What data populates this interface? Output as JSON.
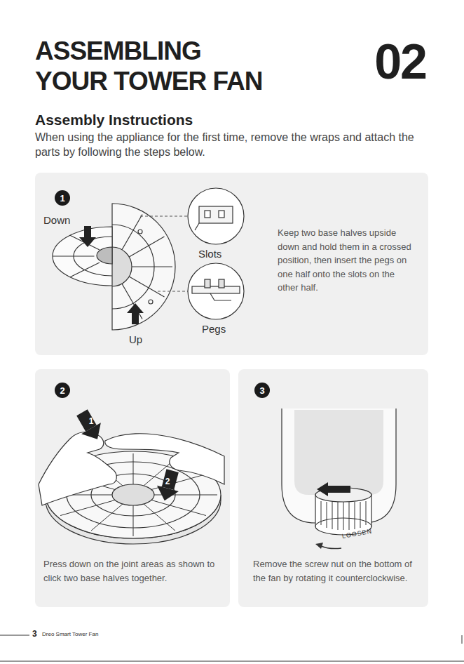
{
  "diagram": {
    "title": "ASSEMBLING YOUR TOWER FAN",
    "nodes": [
      {
        "text": [
          "Keep two base halves upside down and hold them in a crossed position, then insert the pegs on one half onto the slots on the other half."
        ]
      },
      {
        "text": [
          "1"
        ],
        "in": 0
      },
      {
        "text": [
          "Press down on the joint areas as shown to click two base halves together."
        ]
      },
      {
        "text": [
          "2"
        ],
        "in": 2
      },
      {
        "text": [
          "Remove the screw nut on the bottom of the fan by rotating it counterclockwise."
        ]
      },
      {
        "text": [
          "3"
        ],
        "in": 4
      }
    ],
    "labels": [
      "02",
      "Assembly Instructions",
      "When using the appliance for the first time, remove the wraps and attach the parts by following the steps below.",
      "Down",
      "Slots",
      "Pegs",
      "Up",
      "1",
      "2",
      "LOOSEN",
      "3",
      "Dreo Smart Tower Fan"
    ]
  }
}
